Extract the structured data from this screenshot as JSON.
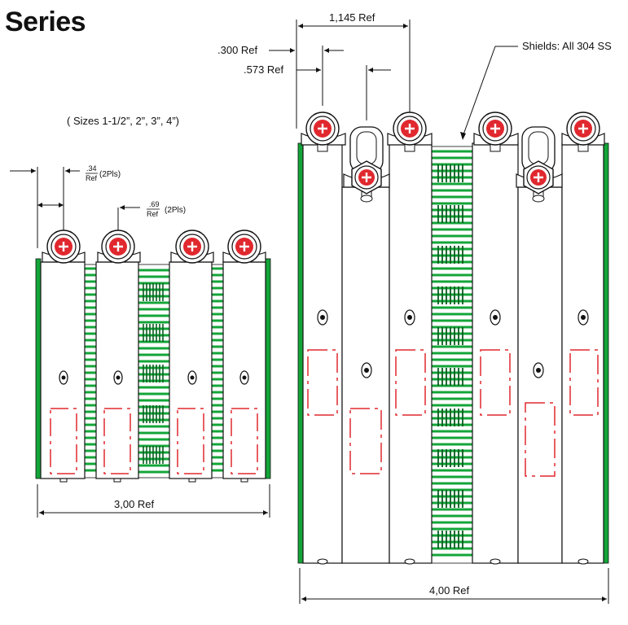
{
  "title": "Series",
  "left_assembly": {
    "sizes_note": "( Sizes 1-1/2”, 2”, 3”, 4”)",
    "dim_034": ".34",
    "dim_034_ref": "Ref",
    "dim_034_qty": "(2Pls)",
    "dim_069": ".69",
    "dim_069_ref": "Ref",
    "dim_069_qty": "(2Pls)",
    "overall_width": "3,00 Ref"
  },
  "right_assembly": {
    "dim_top": "1,145 Ref",
    "dim_300": ".300 Ref",
    "dim_573": ".573 Ref",
    "shields_note": "Shields: All 304 SS",
    "overall_width": "4,00 Ref"
  },
  "colors": {
    "line": "#111111",
    "mesh_green": "#13a538",
    "dark_green": "#0b5b1f",
    "outlet_red": "#e0282e"
  }
}
